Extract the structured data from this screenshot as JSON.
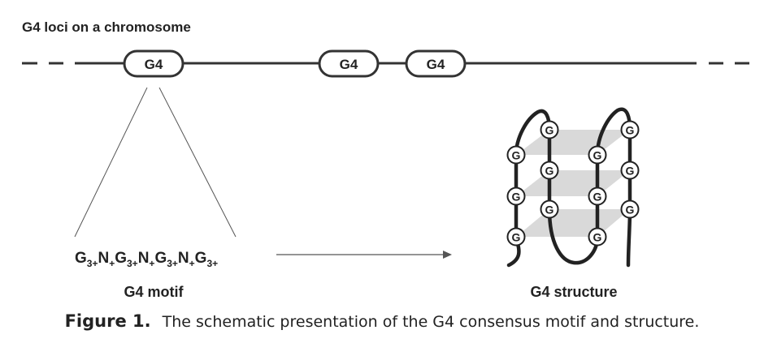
{
  "title": "G4 loci on a chromosome",
  "loci": [
    "G4",
    "G4",
    "G4"
  ],
  "motif": {
    "segments": [
      {
        "base": "G",
        "sub": "3+"
      },
      {
        "base": "N",
        "sub": "+"
      },
      {
        "base": "G",
        "sub": "3+"
      },
      {
        "base": "N",
        "sub": "+"
      },
      {
        "base": "G",
        "sub": "3+"
      },
      {
        "base": "N",
        "sub": "+"
      },
      {
        "base": "G",
        "sub": "3+"
      }
    ],
    "label": "G4 motif"
  },
  "structure": {
    "label": "G4 structure",
    "base_letter": "G"
  },
  "caption": {
    "figure_label": "Figure 1.",
    "text": "The schematic presentation of the G4 consensus motif and structure."
  }
}
